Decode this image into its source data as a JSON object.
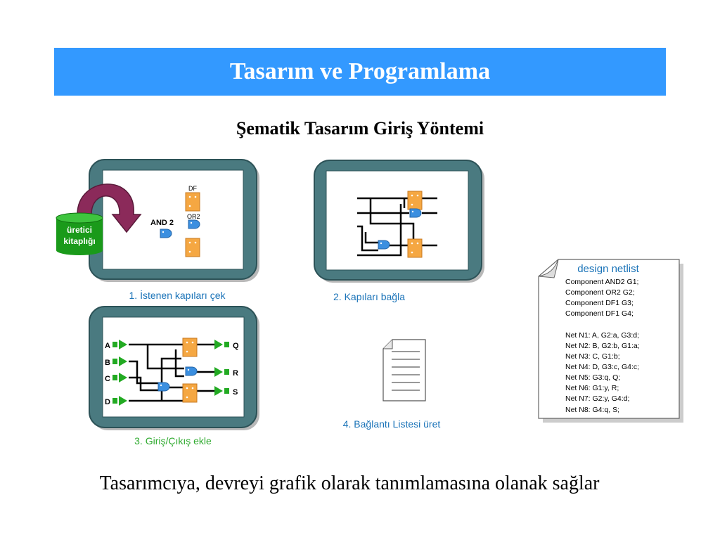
{
  "slide": {
    "title": "Tasarım ve Programlama",
    "subtitle": "Şematik Tasarım Giriş Yöntemi",
    "footer": "Tasarımcıya, devreyi grafik olarak tanımlamasına olanak sağlar"
  },
  "colors": {
    "title_bar": "#3399ff",
    "panel_frame": "#4a7a80",
    "step_label": "#1a73b8",
    "step3_label": "#2eaa2e",
    "io_green": "#22aa22",
    "flipflop": "#f5a742",
    "gate": "#3b8fe0",
    "library": "#1a9a1a",
    "arrow": "#8b2a5a",
    "netlist_heading": "#1a73b8"
  },
  "steps": {
    "step1": {
      "caption": "1. İstenen kapıları çek",
      "library_label": [
        "üretici",
        "kitaplığı"
      ],
      "and2_label": "AND 2",
      "df_label": "DF",
      "or2_label": "OR2",
      "df2_label": "DF"
    },
    "step2": {
      "caption": "2. Kapıları bağla"
    },
    "step3": {
      "caption": "3. Giriş/Çıkış ekle",
      "inputs": [
        "A",
        "B",
        "C",
        "D"
      ],
      "outputs": [
        "Q",
        "R",
        "S"
      ]
    },
    "step4": {
      "caption": "4. Bağlantı Listesi üret"
    }
  },
  "netlist": {
    "heading": "design netlist",
    "lines": [
      "Component AND2 G1;",
      "Component OR2 G2;",
      "Component DF1 G3;",
      "Component DF1 G4;",
      "",
      "Net N1: A, G2:a, G3:d;",
      "Net N2: B, G2:b, G1:a;",
      "Net N3: C, G1:b;",
      "Net N4: D, G3:c, G4:c;",
      "Net N5: G3:q, Q;",
      "Net N6: G1:y, R;",
      "Net N7: G2:y, G4:d;",
      "Net N8: G4:q, S;"
    ]
  }
}
